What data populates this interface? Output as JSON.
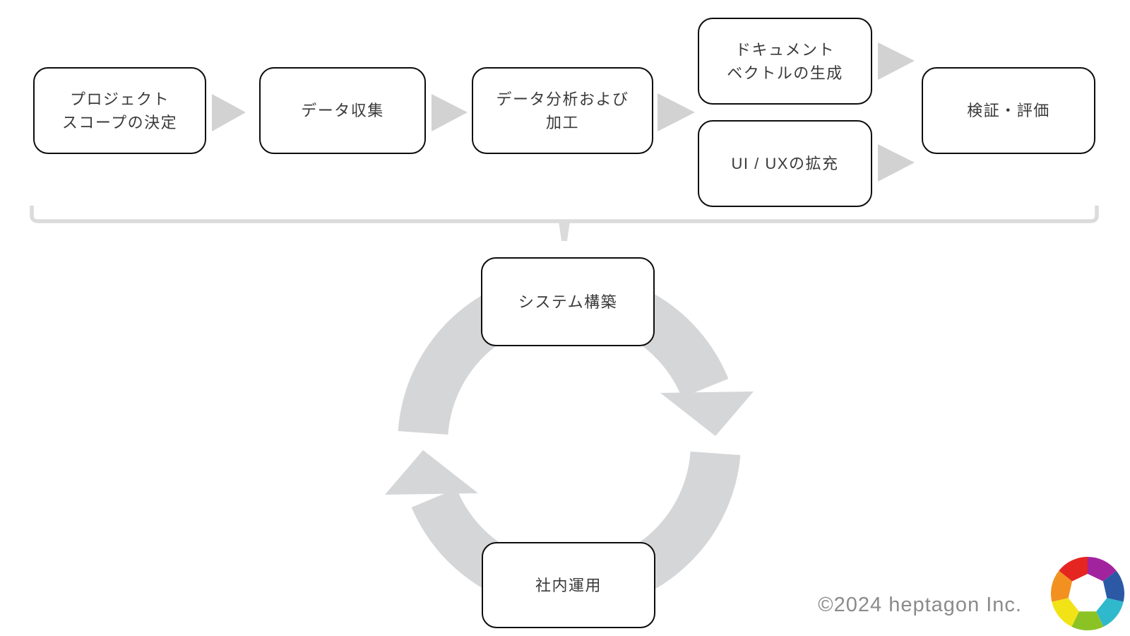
{
  "flow": {
    "steps": [
      {
        "id": "scope",
        "label": "プロジェクト\nスコープの決定"
      },
      {
        "id": "collect",
        "label": "データ収集"
      },
      {
        "id": "analyze",
        "label": "データ分析および\n加工"
      },
      {
        "id": "docvec",
        "label": "ドキュメント\nベクトルの生成"
      },
      {
        "id": "uiux",
        "label": "UI / UXの拡充"
      },
      {
        "id": "verify",
        "label": "検証・評価"
      }
    ]
  },
  "cycle": {
    "steps": [
      {
        "id": "build",
        "label": "システム構築"
      },
      {
        "id": "operate",
        "label": "社内運用"
      }
    ]
  },
  "footer": {
    "copyright": "©2024 heptagon Inc."
  },
  "colors": {
    "arrow_gray": "#d2d2d2",
    "cycle_gray": "#d5d6d7",
    "bracket_gray": "#dbdbdb",
    "box_border": "#0d0d0d",
    "box_text": "#3a3a3a",
    "footer_text": "#8b8b8b"
  },
  "logo": {
    "name": "heptagon-logo",
    "segment_colors": [
      "#a2239e",
      "#2b59a5",
      "#30b9cc",
      "#8bc325",
      "#f2e317",
      "#f29120",
      "#e52520"
    ]
  }
}
